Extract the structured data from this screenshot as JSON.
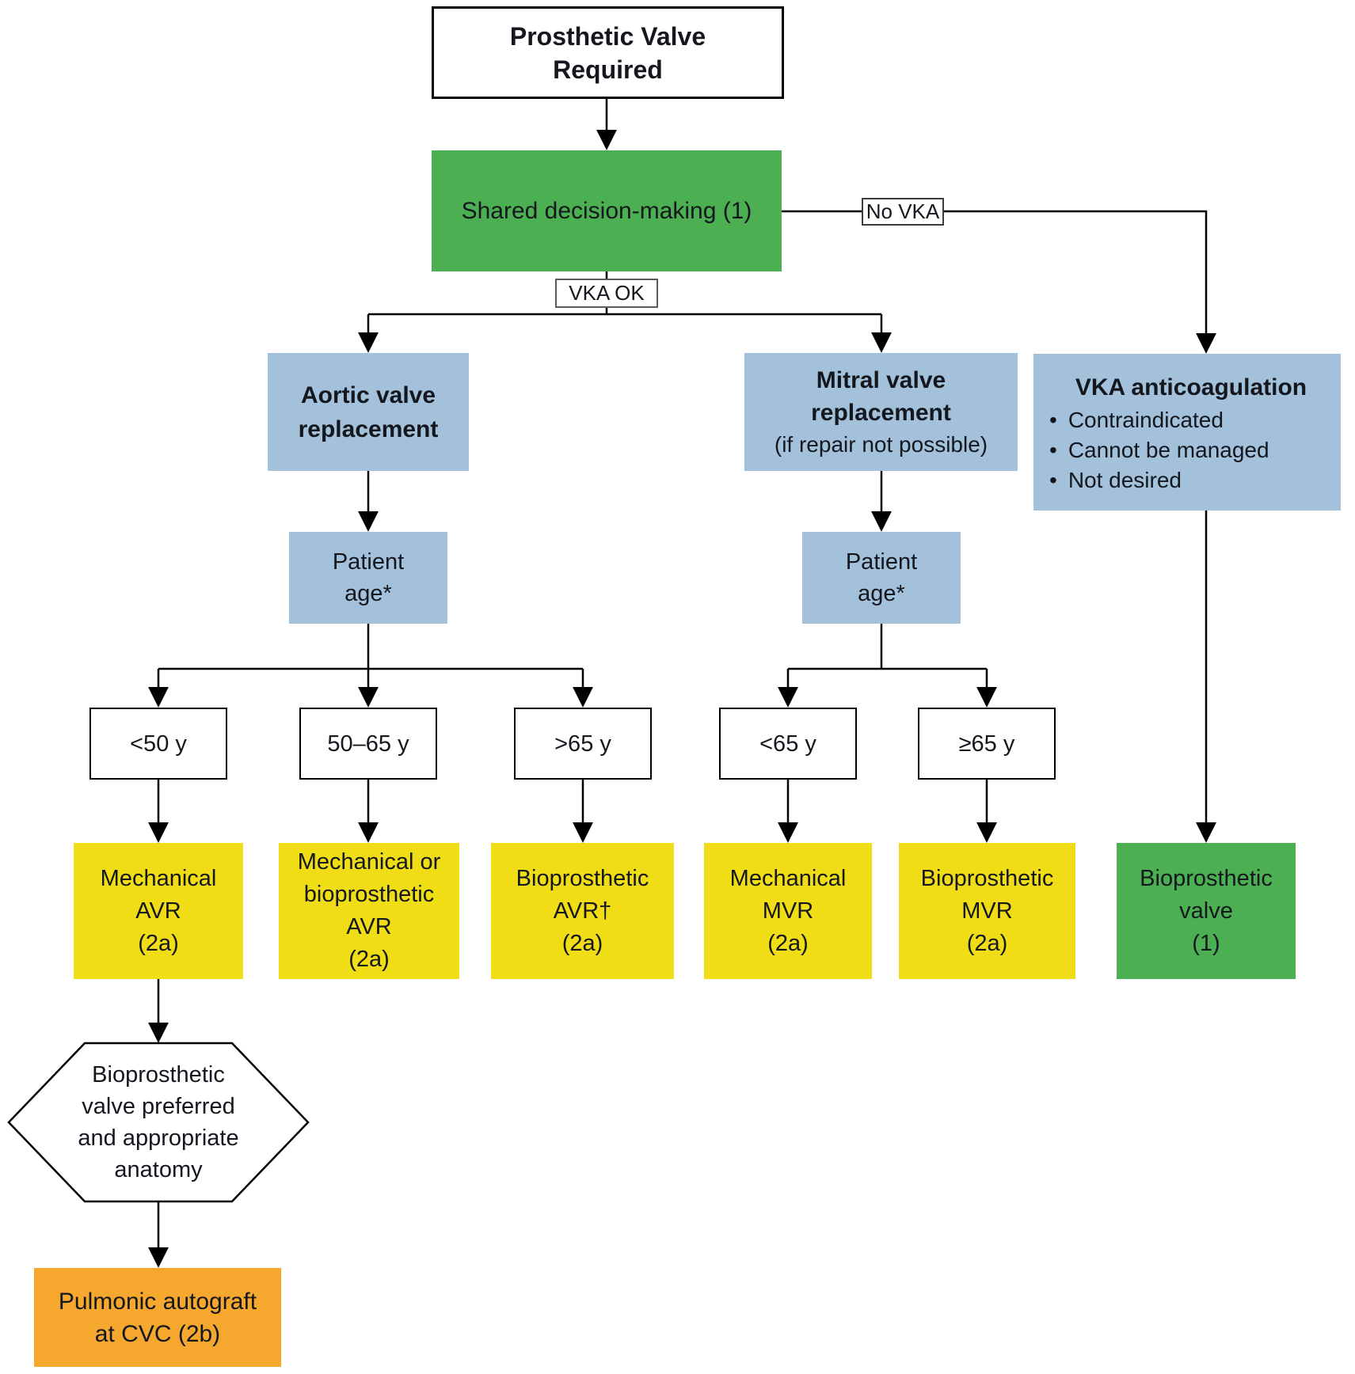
{
  "diagram": {
    "title_node": "Prosthetic Valve\nRequired",
    "shared_decision": "Shared decision-making (1)",
    "edge_labels": {
      "no_vka": "No VKA",
      "vka_ok": "VKA OK"
    },
    "branches": {
      "aortic": {
        "title": "Aortic valve\nreplacement"
      },
      "mitral": {
        "title": "Mitral valve\nreplacement",
        "subtitle": "(if repair not possible)"
      },
      "vka": {
        "title": "VKA anticoagulation",
        "bullets": [
          "Contraindicated",
          "Cannot be managed",
          "Not desired"
        ]
      }
    },
    "patient_age_aortic": "Patient\nage*",
    "patient_age_mitral": "Patient\nage*",
    "age_options": {
      "aortic_lt50": "<50 y",
      "aortic_50_65": "50–65 y",
      "aortic_gt65": ">65 y",
      "mitral_lt65": "<65 y",
      "mitral_ge65": "≥65 y"
    },
    "outcomes": {
      "mechanical_avr": "Mechanical\nAVR\n(2a)",
      "mechanical_or_bioprosthetic_avr": "Mechanical or\nbioprosthetic\nAVR\n(2a)",
      "bioprosthetic_avr": "Bioprosthetic\nAVR†\n(2a)",
      "mechanical_mvr": "Mechanical\nMVR\n(2a)",
      "bioprosthetic_mvr": "Bioprosthetic\nMVR\n(2a)",
      "bioprosthetic_valve": "Bioprosthetic\nvalve\n(1)",
      "pulmonic_autograft": "Pulmonic autograft\nat CVC (2b)"
    },
    "decision_hexagon": "Bioprosthetic\nvalve preferred\nand appropriate\nanatomy",
    "colors": {
      "green": "#4caf51",
      "blue": "#a3c1da",
      "yellow": "#f0dd16",
      "orange": "#f5a72e",
      "line": "#000000"
    }
  }
}
